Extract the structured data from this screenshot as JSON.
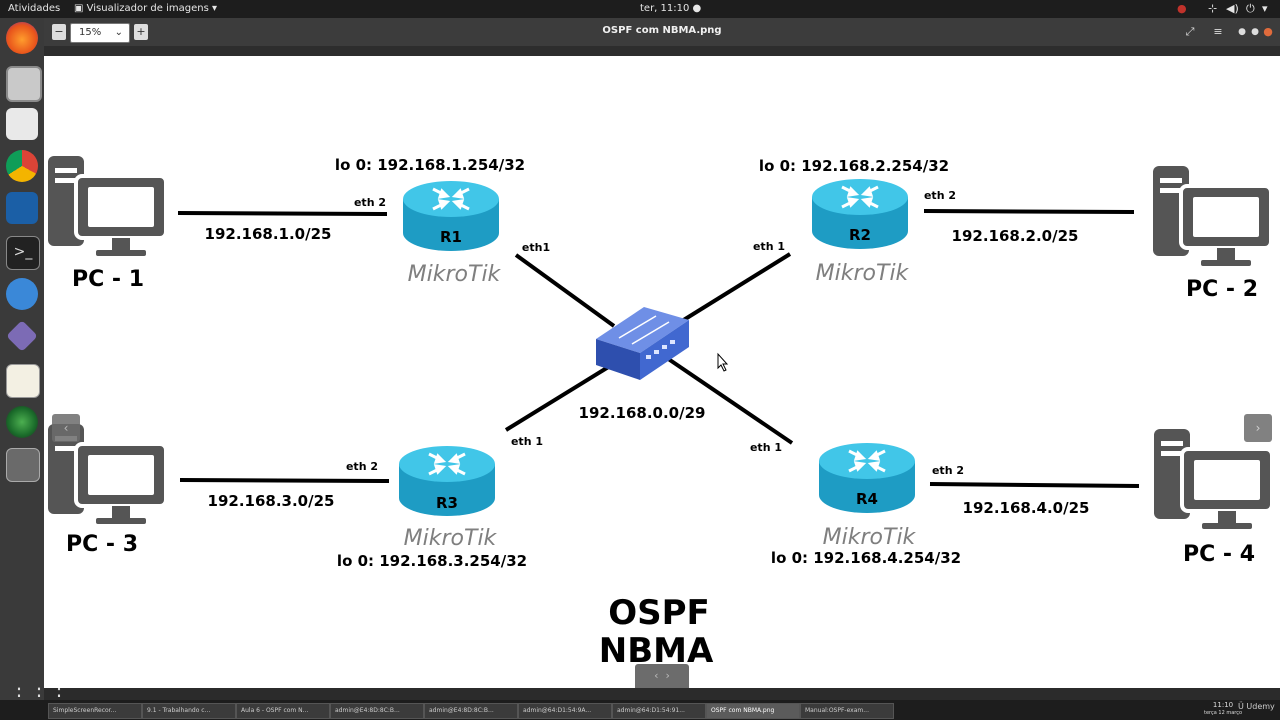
{
  "topbar": {
    "activities": "Atividades",
    "app_name": "Visualizador de imagens",
    "clock": "ter, 11:10"
  },
  "viewer": {
    "zoom": "15%",
    "title": "OSPF com NBMA.png"
  },
  "diagram": {
    "routers": [
      {
        "label": "R1",
        "loopback": "lo 0: 192.168.1.254/32",
        "lan_port": "eth 2",
        "wan_port": "eth1"
      },
      {
        "label": "R2",
        "loopback": "lo 0: 192.168.2.254/32",
        "lan_port": "eth 2",
        "wan_port": "eth 1"
      },
      {
        "label": "R3",
        "loopback": "lo 0: 192.168.3.254/32",
        "lan_port": "eth 2",
        "wan_port": "eth 1"
      },
      {
        "label": "R4",
        "loopback": "lo 0: 192.168.4.254/32",
        "lan_port": "eth 2",
        "wan_port": "eth 1"
      }
    ],
    "pcs": [
      "PC - 1",
      "PC - 2",
      "PC - 3",
      "PC - 4"
    ],
    "lan_networks": [
      "192.168.1.0/25",
      "192.168.2.0/25",
      "192.168.3.0/25",
      "192.168.4.0/25"
    ],
    "core_network": "192.168.0.0/29",
    "brand": "MikroTik",
    "title_line1": "OSPF",
    "title_line2": "NBMA"
  },
  "taskbar": {
    "tasks": [
      "SimpleScreenRecor...",
      "9.1 - Trabalhando c...",
      "Aula 6 - OSPF com N...",
      "admin@E4:8D:8C:B...",
      "admin@E4:8D:8C:B...",
      "admin@64:D1:54:9A...",
      "admin@64:D1:54:91...",
      "OSPF com NBMA.png",
      "Manual:OSPF-exam..."
    ],
    "clock_time": "11:10",
    "clock_date": "terça 12 março",
    "udemy": "Udemy"
  },
  "colors": {
    "router_cyan": "#2bb5d8",
    "switch_blue": "#3d63c9",
    "pc_gray": "#555555"
  }
}
